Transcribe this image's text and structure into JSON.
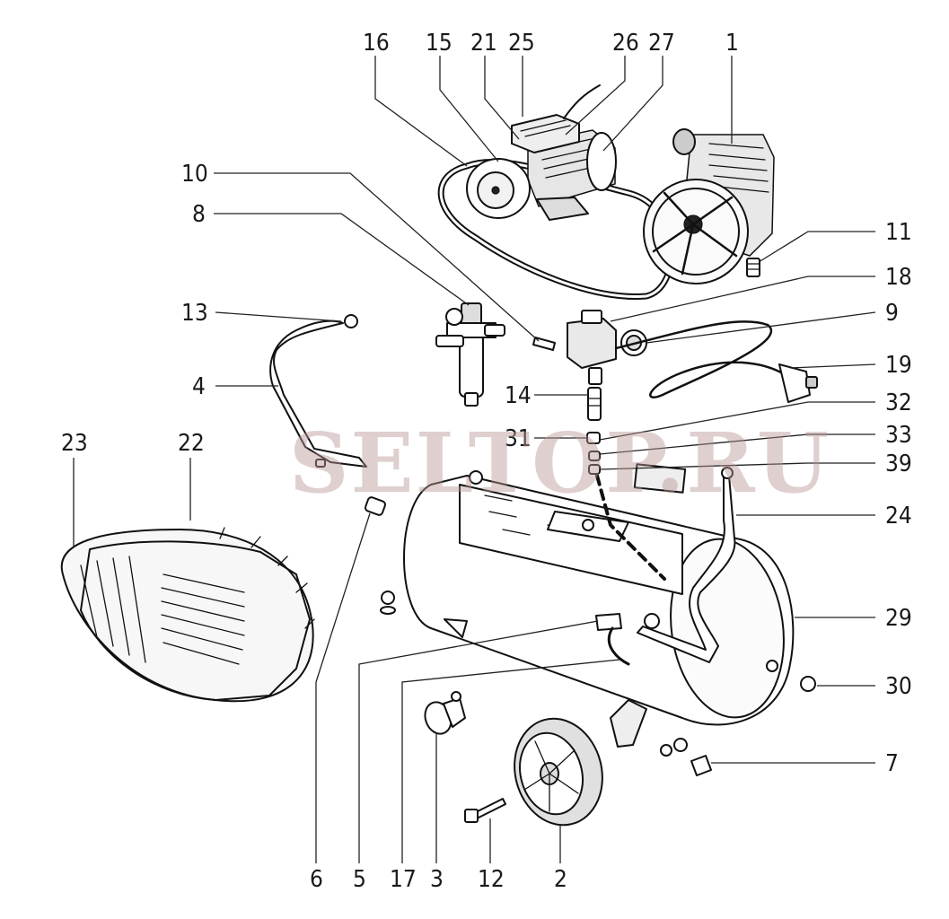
{
  "watermark": "SELTOP.RU",
  "labels": {
    "p1": "1",
    "p2": "2",
    "p3": "3",
    "p4": "4",
    "p5": "5",
    "p6": "6",
    "p7": "7",
    "p8": "8",
    "p9": "9",
    "p10": "10",
    "p11": "11",
    "p12": "12",
    "p13": "13",
    "p14": "14",
    "p15": "15",
    "p16": "16",
    "p17": "17",
    "p18": "18",
    "p19": "19",
    "p21": "21",
    "p22": "22",
    "p23": "23",
    "p24": "24",
    "p25": "25",
    "p26": "26",
    "p27": "27",
    "p29": "29",
    "p30": "30",
    "p31": "31",
    "p32": "32",
    "p33": "33",
    "p39": "39"
  }
}
